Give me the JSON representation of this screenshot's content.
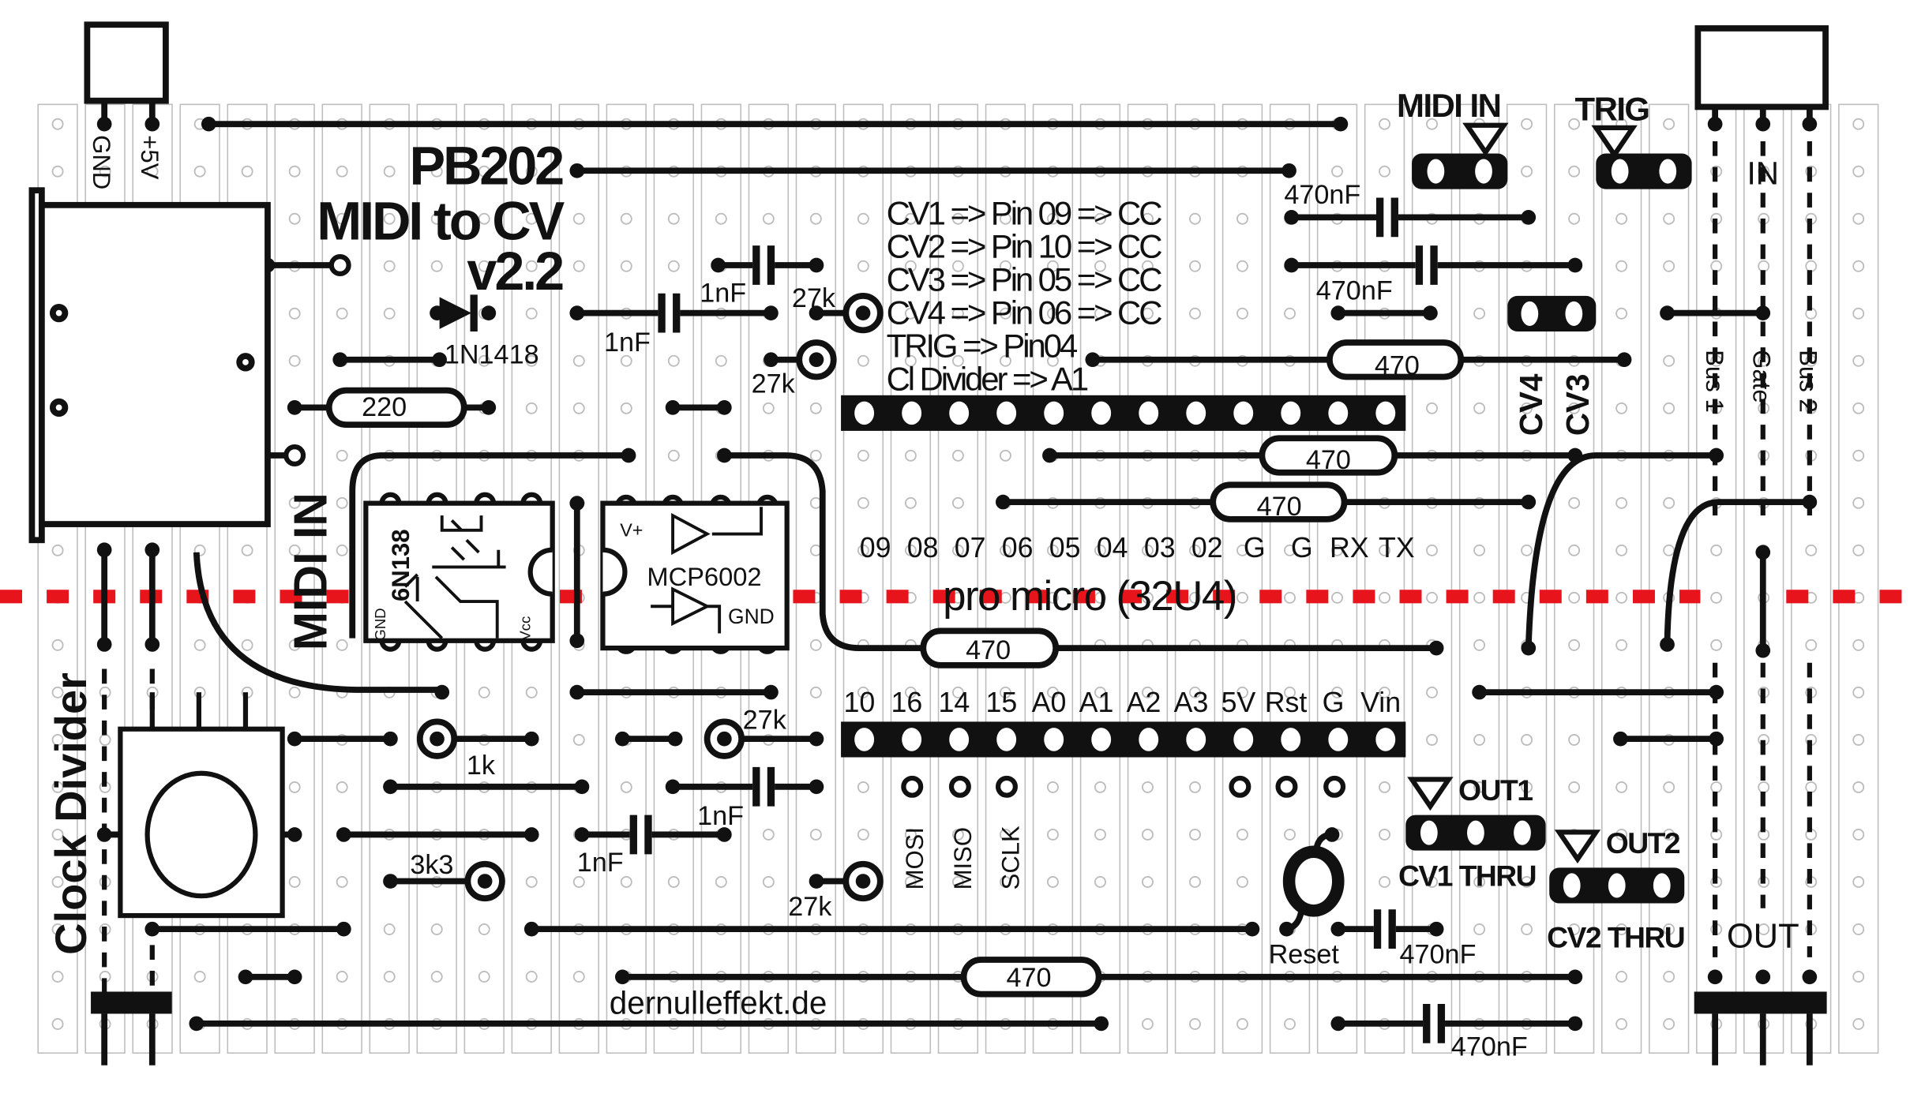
{
  "title": {
    "line1": "PB202",
    "line2": "MIDI to CV",
    "line3": "v2.2"
  },
  "mapping": [
    "CV1 => Pin 09 => CC",
    "CV2 => Pin 10 => CC",
    "CV3 => Pin 05 => CC",
    "CV4 => Pin 06 => CC",
    "TRIG => Pin04",
    "Cl Divider => A1"
  ],
  "power": {
    "gnd": "GND",
    "plus5v": "+5V"
  },
  "labels": {
    "midi_in_side": "MIDI IN",
    "clock_divider": "Clock Divider",
    "midi_in_jumper": "MIDI IN",
    "trig": "TRIG",
    "cv4": "CV4",
    "cv3": "CV3",
    "in": "IN",
    "bus1": "Bus 1",
    "gate": "Gate",
    "bus2": "Bus 2",
    "out": "OUT",
    "out1": "OUT1",
    "out2": "OUT2",
    "cv1_thru": "CV1 THRU",
    "cv2_thru": "CV2 THRU",
    "reset": "Reset",
    "website": "dernulleffekt.de",
    "pro_micro": "pro micro (32U4)",
    "mosi": "MOSI",
    "miso": "MISO",
    "sclk": "SCLK"
  },
  "chips": {
    "optocoupler": {
      "name": "6N138",
      "gnd": "GND",
      "vcc": "Vcc"
    },
    "opamp": {
      "name": "MCP6002",
      "vplus": "V+",
      "gnd": "GND"
    }
  },
  "header_top_pins": [
    "09",
    "08",
    "07",
    "06",
    "05",
    "04",
    "03",
    "02",
    "G",
    "G",
    "RX",
    "TX"
  ],
  "header_bottom_pins": [
    "10",
    "16",
    "14",
    "15",
    "A0",
    "A1",
    "A2",
    "A3",
    "5V",
    "Rst",
    "G",
    "Vin"
  ],
  "components": {
    "diode": "1N1418",
    "r220": "220",
    "r470_a": "470",
    "r470_b": "470",
    "r470_c": "470",
    "r470_d": "470",
    "r470_e": "470",
    "c1nf_a": "1nF",
    "c1nf_b": "1nF",
    "c1nf_c": "1nF",
    "c1nf_d": "1nF",
    "r27k_a": "27k",
    "r27k_b": "27k",
    "r27k_c": "27k",
    "r27k_d": "27k",
    "r1k": "1k",
    "r3k3": "3k3",
    "c470nf_a": "470nF",
    "c470nf_b": "470nF",
    "c470nf_c": "470nF",
    "c470nf_d": "470nF"
  },
  "colors": {
    "ink": "#111111",
    "strip": "#bdbdbd",
    "cut_line": "#e8141b"
  }
}
